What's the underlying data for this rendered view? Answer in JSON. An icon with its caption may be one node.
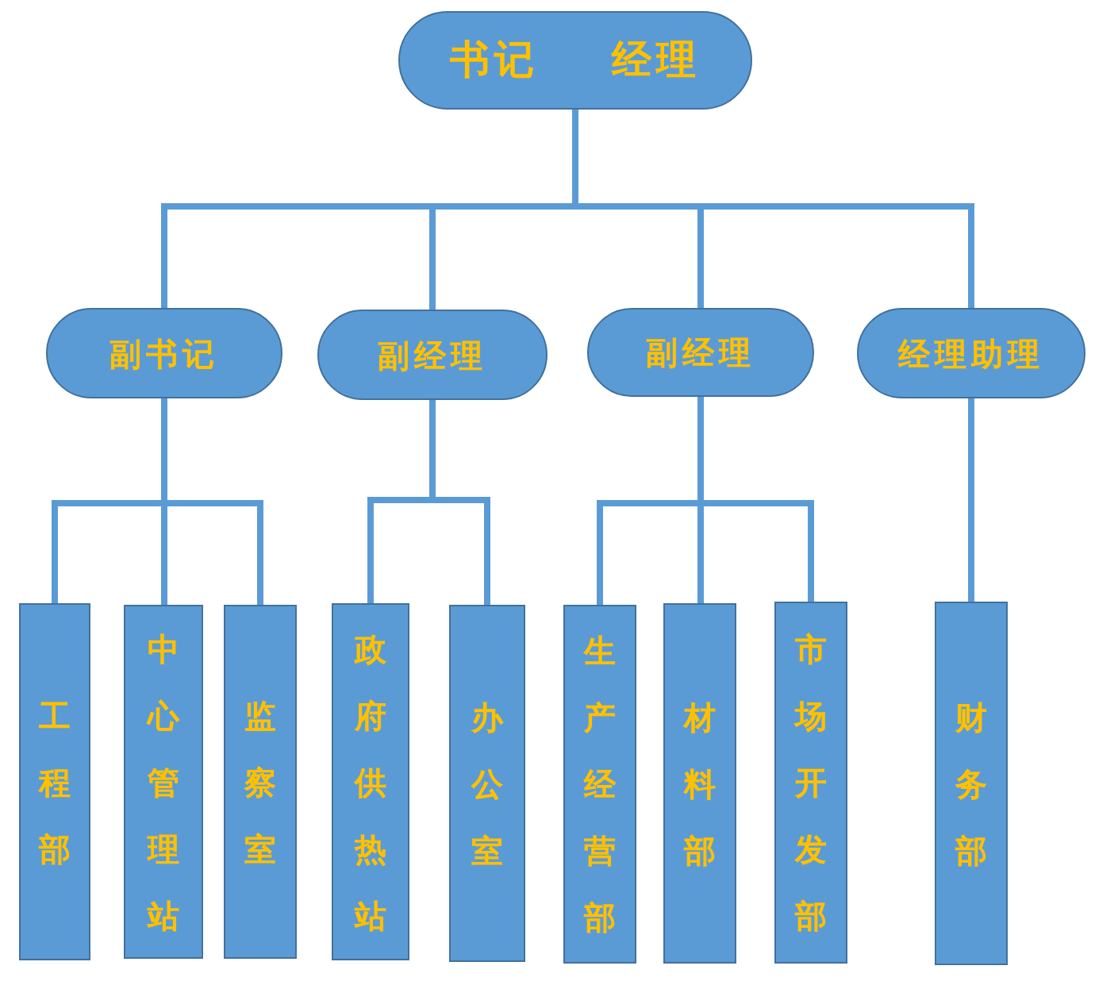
{
  "diagram": {
    "nodes": [
      {
        "text": [
          "书记",
          "经理"
        ]
      },
      {
        "text": [
          "副书记"
        ]
      },
      {
        "text": [
          "副经理"
        ]
      },
      {
        "text": [
          "副经理"
        ]
      },
      {
        "text": [
          "经理助理"
        ]
      },
      {
        "text": [
          "工程部"
        ]
      },
      {
        "text": [
          "中心管理站"
        ]
      },
      {
        "text": [
          "监察室"
        ]
      },
      {
        "text": [
          "政府供热站"
        ]
      },
      {
        "text": [
          "办公室"
        ]
      },
      {
        "text": [
          "生产经营部"
        ]
      },
      {
        "text": [
          "材料部"
        ]
      },
      {
        "text": [
          "市场开发部"
        ]
      },
      {
        "text": [
          "财务部"
        ]
      }
    ],
    "edges": [
      {
        "from": 0,
        "to": 1,
        "arrow": "none"
      },
      {
        "from": 0,
        "to": 2,
        "arrow": "none"
      },
      {
        "from": 0,
        "to": 3,
        "arrow": "none"
      },
      {
        "from": 0,
        "to": 4,
        "arrow": "none"
      },
      {
        "from": 1,
        "to": 5,
        "arrow": "none"
      },
      {
        "from": 1,
        "to": 6,
        "arrow": "none"
      },
      {
        "from": 1,
        "to": 7,
        "arrow": "none"
      },
      {
        "from": 2,
        "to": 8,
        "arrow": "none"
      },
      {
        "from": 2,
        "to": 9,
        "arrow": "none"
      },
      {
        "from": 3,
        "to": 10,
        "arrow": "none"
      },
      {
        "from": 3,
        "to": 11,
        "arrow": "none"
      },
      {
        "from": 3,
        "to": 12,
        "arrow": "none"
      },
      {
        "from": 4,
        "to": 13,
        "arrow": "none"
      }
    ]
  }
}
